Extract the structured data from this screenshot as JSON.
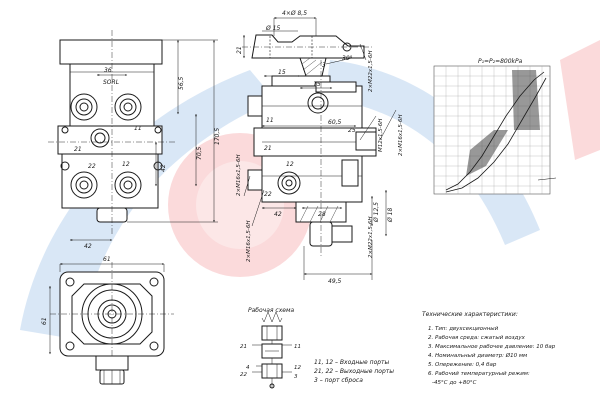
{
  "front_view": {
    "width_label": "36",
    "thread_label": "SORL",
    "port_a": "11",
    "port_b": "21",
    "port_c": "22",
    "port_d": "12",
    "dim_565": "56,5",
    "dim_42v": "42",
    "dim_705": "70,5",
    "dim_1705": "170,5",
    "dim_42h": "42"
  },
  "side_view": {
    "holes_label": "4×Ø 8,5",
    "dia15": "Ø 15",
    "dim_21": "21",
    "dim_15a": "15",
    "dim_15b": "15",
    "port_3": "3",
    "angle": "30°",
    "dim_605": "60,5",
    "dim_25": "25",
    "port_11": "11",
    "port_21": "21",
    "port_12": "12",
    "port_22": "22",
    "dim_42": "42",
    "dim_28": "28",
    "dia125": "Ø 12,5",
    "dia18": "Ø 18",
    "dim_495": "49,5",
    "thread_m22": "2×M22x1,5-6H",
    "thread_m12": "M12x1,5-6H",
    "thread_m16_top": "2×M16x1,5-6H",
    "thread_m16_left": "2×M16x1,5-6H",
    "thread_m16_low": "2×M16x1,5-6H",
    "thread_m22_low": "2×M22x1,5-6H"
  },
  "bottom_view": {
    "width": "61",
    "height": "61"
  },
  "graph": {
    "title": "P₁=P₂=800kPa"
  },
  "schema": {
    "title": "Рабочая схема",
    "port_11": "11",
    "port_12": "12",
    "port_21": "21",
    "port_22": "22",
    "port_3": "3",
    "port_4": "4"
  },
  "legend": {
    "line1": "11, 12 – Входные порты",
    "line2": "21, 22 – Выходные порты",
    "line3": "3 – порт сброса"
  },
  "specs": {
    "title": "Технические характеристики:",
    "items": [
      "1. Тип: двухсекционный",
      "2. Рабочая среда: сжатый воздух",
      "3. Максимальное рабочее давление: 10 бар",
      "4. Номинальный диаметр: Ø10 мм",
      "5. Опережение: 0,4 бар",
      "6. Рабочий температурный режим:",
      "-45°С до +80°С"
    ]
  },
  "colors": {
    "watermark_blue": "#1e73c8",
    "watermark_red": "#e6262c"
  }
}
